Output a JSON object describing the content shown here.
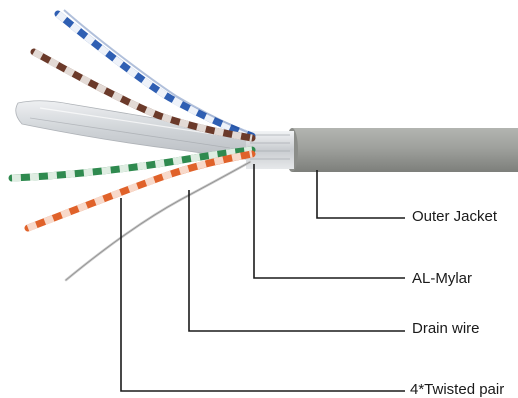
{
  "labels": {
    "outer_jacket": "Outer Jacket",
    "al_mylar": "AL-Mylar",
    "drain_wire": "Drain wire",
    "twisted_pairs": "4*Twisted pair"
  },
  "colors": {
    "jacket": "#9a9c98",
    "foil": "#d9dcdf",
    "blue_pair": "#2f5fb3",
    "brown_pair": "#6b3a2a",
    "green_pair": "#2f8a4f",
    "orange_pair": "#e0622a",
    "drain": "#c8c8c8",
    "leader_lines": "#1a1a1a"
  }
}
